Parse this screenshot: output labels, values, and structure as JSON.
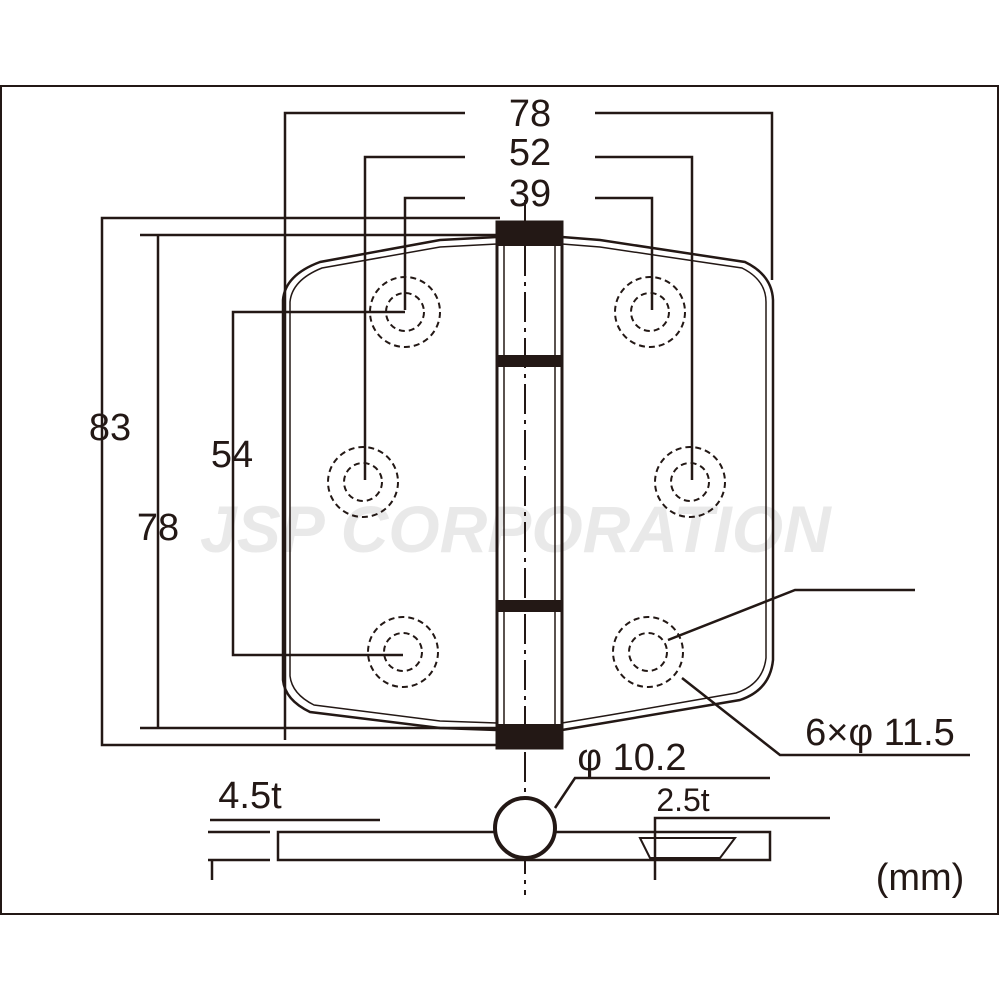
{
  "watermark": "JSP CORPORATION",
  "dimensions": {
    "width_overall": "78",
    "hole_span_outer": "52",
    "hole_span_inner": "39",
    "height_overall": "83",
    "leaf_height": "78",
    "hole_pitch_vertical": "54",
    "holes": "6×φ 11.5",
    "pin_diameter": "φ 10.2",
    "thickness_knuckle": "4.5t",
    "thickness_leaf": "2.5t"
  },
  "unit": "(mm)",
  "colors": {
    "line": "#231815",
    "watermark": "#e6e6e6"
  }
}
